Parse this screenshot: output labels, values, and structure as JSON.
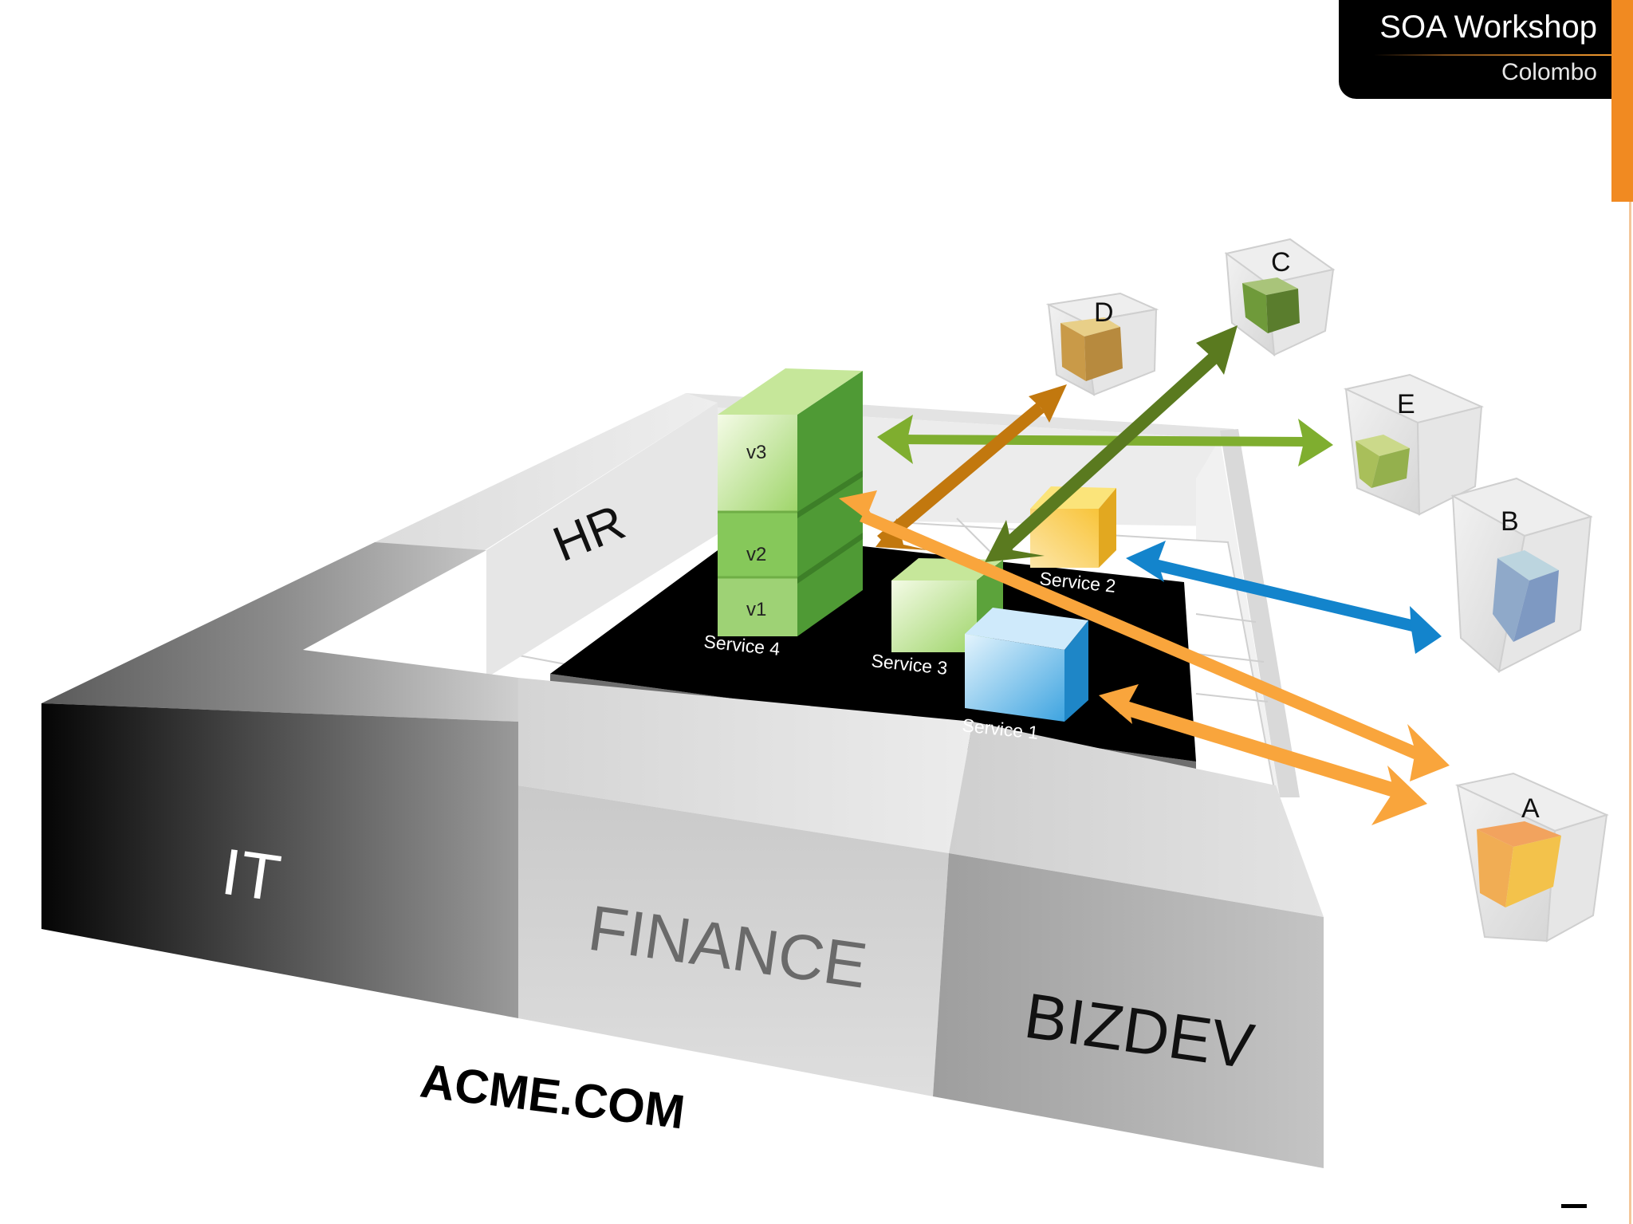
{
  "header": {
    "title": "SOA Workshop",
    "subtitle": "Colombo"
  },
  "diagram": {
    "organization": "ACME.COM",
    "departments": {
      "it": "IT",
      "finance": "FINANCE",
      "bizdev": "BIZDEV",
      "hr": "HR"
    },
    "services": {
      "service1": "Service 1",
      "service2": "Service 2",
      "service3": "Service 3",
      "service4": "Service 4"
    },
    "versions": {
      "v1": "v1",
      "v2": "v2",
      "v3": "v3"
    },
    "consumers": {
      "a": "A",
      "b": "B",
      "c": "C",
      "d": "D",
      "e": "E"
    }
  },
  "colors": {
    "accent_orange": "#f18a21",
    "arrow_orange": "#f9a53c",
    "arrow_brown": "#c2780e",
    "arrow_dark_green": "#5a7a1f",
    "arrow_light_green": "#7fae2f",
    "arrow_blue": "#1384cc",
    "service_green": "#7ec24a",
    "service_blue": "#5fb7ea",
    "service_yellow": "#f7d24a",
    "platform_black": "#000000"
  }
}
